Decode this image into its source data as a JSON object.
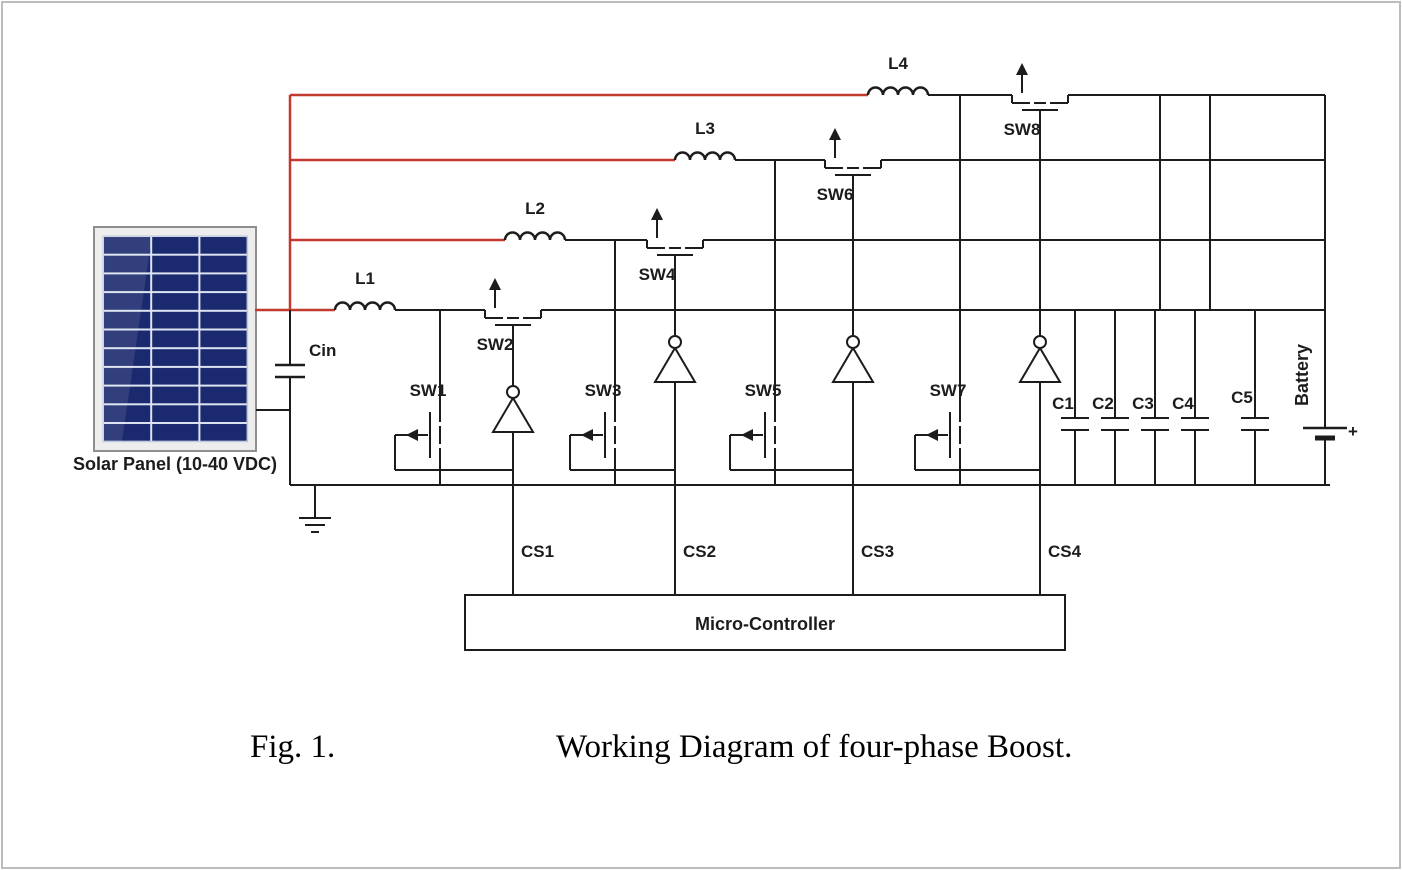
{
  "figure": {
    "fig_label": "Fig. 1.",
    "caption_text": "Working Diagram of four-phase Boost."
  },
  "diagram": {
    "source_label": "Solar Panel (10-40 VDC)",
    "input_capacitor": "Cin",
    "inductors": [
      "L1",
      "L2",
      "L3",
      "L4"
    ],
    "high_side_switches": [
      "SW2",
      "SW4",
      "SW6",
      "SW8"
    ],
    "low_side_switches": [
      "SW1",
      "SW3",
      "SW5",
      "SW7"
    ],
    "control_signals": [
      "CS1",
      "CS2",
      "CS3",
      "CS4"
    ],
    "output_capacitors": [
      "C1",
      "C2",
      "C3",
      "C4",
      "C5"
    ],
    "battery_label": "Battery",
    "battery_polarity": "+",
    "controller_label": "Micro-Controller",
    "colors": {
      "wire": "#1c1c1c",
      "input_feed": "#c2392e",
      "panel_cell": "#1b2a6e"
    }
  }
}
